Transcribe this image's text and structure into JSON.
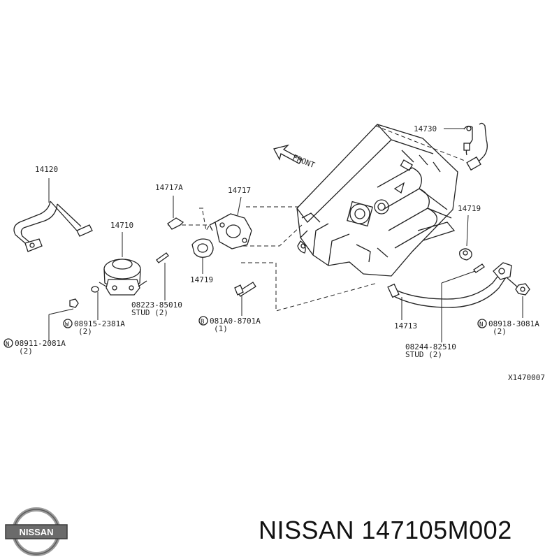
{
  "labels": {
    "p14120": "14120",
    "p14710": "14710",
    "p14717A": "14717A",
    "p14717": "14717",
    "p14719_left": "14719",
    "p14719_right": "14719",
    "p14730": "14730",
    "p14713": "14713",
    "front": "FRONT",
    "stud1_pn": "08223-85010",
    "stud1_qty": "STUD (2)",
    "washer_pn": "08915-2381A",
    "washer_qty": "(2)",
    "washer_mark": "W",
    "nut1_pn": "08911-2081A",
    "nut1_qty": "(2)",
    "nut1_mark": "N",
    "bolt_pn": "081A0-8701A",
    "bolt_qty": "(1)",
    "bolt_mark": "B",
    "nut2_pn": "08918-3081A",
    "nut2_qty": "(2)",
    "nut2_mark": "N",
    "stud2_pn": "08244-82510",
    "stud2_qty": "STUD (2)",
    "diagram_code": "X1470007"
  },
  "brand": {
    "logo_text": "NISSAN",
    "footer": "NISSAN 147105M002"
  }
}
